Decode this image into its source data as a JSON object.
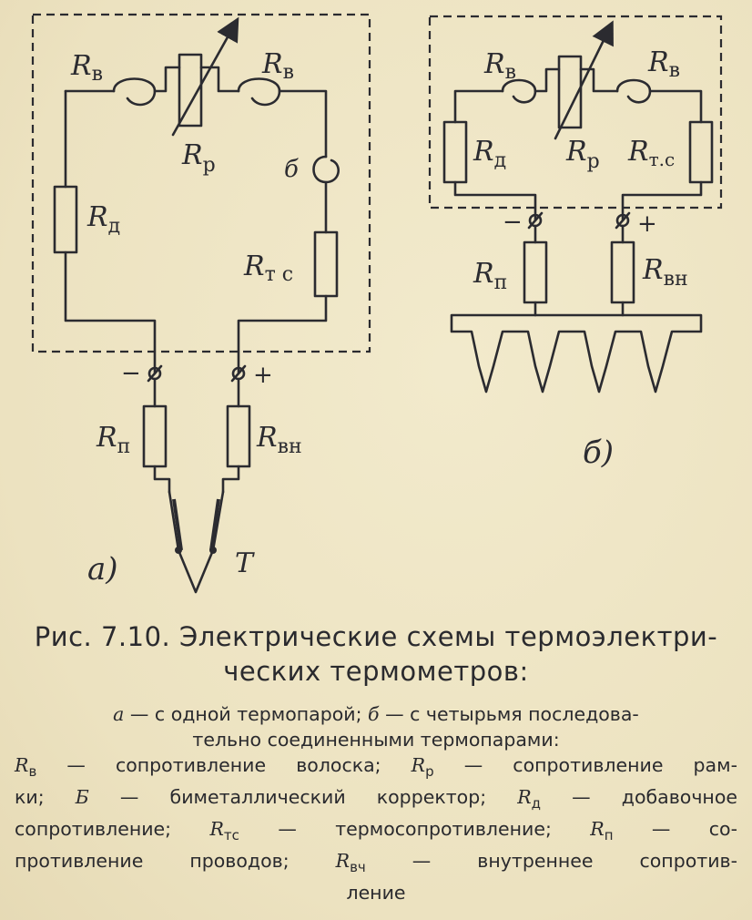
{
  "figure": {
    "left": {
      "label_rv_left": "R",
      "label_rv_left_sub": "в",
      "label_rv_right": "R",
      "label_rv_right_sub": "в",
      "label_rp": "R",
      "label_rp_sub": "р",
      "label_b": "б",
      "label_rd": "R",
      "label_rd_sub": "д",
      "label_rtc": "R",
      "label_rtc_sub": "т с",
      "minus": "−",
      "plus": "+",
      "label_rpr": "R",
      "label_rpr_sub": "п",
      "label_rvn": "R",
      "label_rvn_sub": "вн",
      "label_t": "T",
      "panel_label": "а)"
    },
    "right": {
      "label_rv_left": "R",
      "label_rv_left_sub": "в",
      "label_rv_right": "R",
      "label_rv_right_sub": "в",
      "label_rd": "R",
      "label_rd_sub": "д",
      "label_rp": "R",
      "label_rp_sub": "р",
      "label_rtc": "R",
      "label_rtc_sub": "т.с",
      "minus": "−",
      "plus": "+",
      "label_rpr": "R",
      "label_rpr_sub": "п",
      "label_rvn": "R",
      "label_rvn_sub": "вн",
      "panel_label": "б)"
    }
  },
  "caption": {
    "line1": "Рис. 7.10. Электрические схемы термоэлектри-",
    "line2": "ческих термометров:"
  },
  "legend": {
    "l1_a": "а",
    "l1_a_text": " — с одной термопарой; ",
    "l1_b": "б",
    "l1_b_text": " — с четырьмя последова-",
    "l2": "тельно соединенными термопарами:",
    "l3_r1": "R",
    "l3_r1_sub": "в",
    "l3_t1": " — сопротивление волоска; ",
    "l3_r2": "R",
    "l3_r2_sub": "р",
    "l3_t2": " — сопротивление рам-",
    "l4_t1": "ки; ",
    "l4_b": "Б",
    "l4_t2": " — биметаллический корректор; ",
    "l4_r": "R",
    "l4_r_sub": "д",
    "l4_t3": " — добавочное",
    "l5_t1": "сопротивление; ",
    "l5_r1": "R",
    "l5_r1_sub": "тс",
    "l5_t2": " — термосопротивление; ",
    "l5_r2": "R",
    "l5_r2_sub": "п",
    "l5_t3": " — со-",
    "l6_t1": "противление проводов; ",
    "l6_r": "R",
    "l6_r_sub": "вч",
    "l6_t2": " — внутреннее сопротив-",
    "l7": "ление"
  }
}
